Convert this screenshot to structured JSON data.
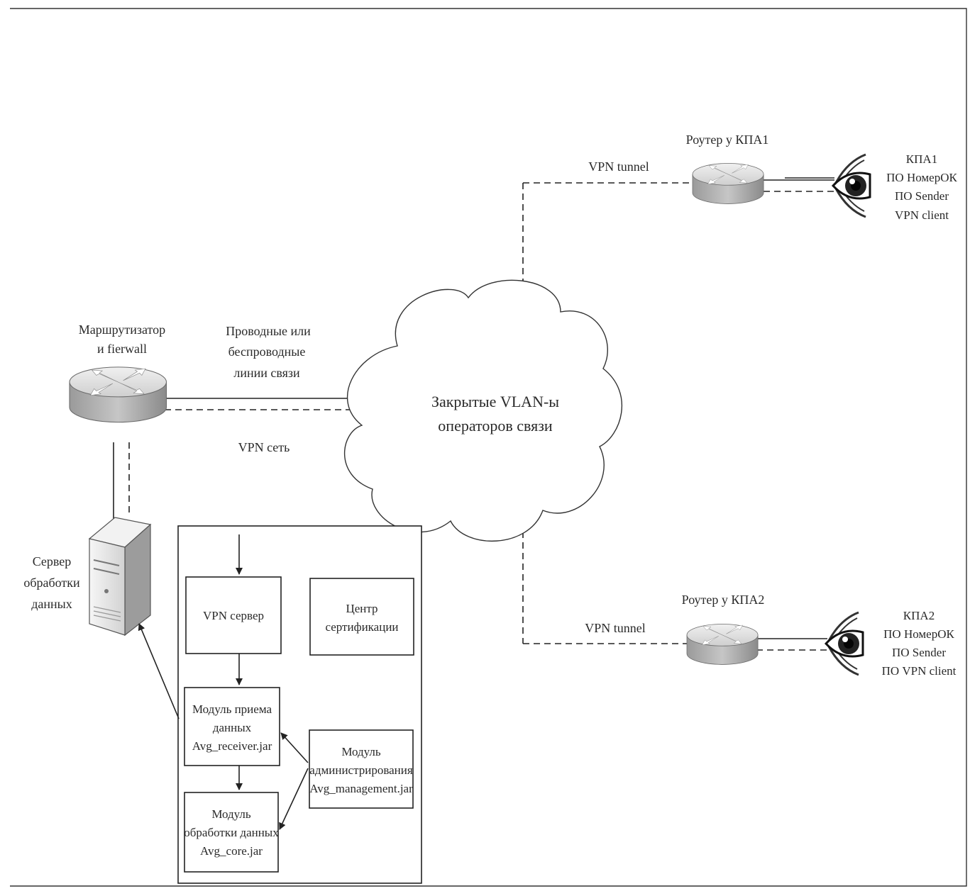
{
  "cloud": {
    "line1": "Закрытые VLAN-ы",
    "line2": "операторов связи"
  },
  "main_router": {
    "line1": "Маршрутизатор",
    "line2": "и fierwall"
  },
  "links": {
    "line1": "Проводные или",
    "line2": "беспроводные",
    "line3": "линии связи",
    "vpn_net": "VPN сеть"
  },
  "server": {
    "line1": "Сервер",
    "line2": "обработки",
    "line3": "данных"
  },
  "modules": {
    "vpn_server": "VPN сервер",
    "cert_center": {
      "line1": "Центр",
      "line2": "сертификации"
    },
    "receiver": {
      "line1": "Модуль приема",
      "line2": "данных",
      "line3": "Avg_receiver.jar"
    },
    "admin": {
      "line1": "Модуль",
      "line2": "администрирования",
      "line3": "Avg_management.jar"
    },
    "core": {
      "line1": "Модуль",
      "line2": "обработки данных",
      "line3": "Avg_core.jar"
    }
  },
  "kpa1": {
    "router_label": "Роутер у КПА1",
    "tunnel_label": "VPN tunnel",
    "info": [
      "КПА1",
      "ПО НомерОК",
      "ПО Sender",
      "VPN client"
    ]
  },
  "kpa2": {
    "router_label": "Роутер у КПА2",
    "tunnel_label": "VPN tunnel",
    "info": [
      "КПА2",
      "ПО НомерОК",
      "ПО Sender",
      "ПО VPN client"
    ]
  },
  "colors": {
    "line": "#222222",
    "device_body": "#b8b8b8",
    "device_top": "#e6e6e6",
    "cloud_fill": "#ffffff"
  }
}
